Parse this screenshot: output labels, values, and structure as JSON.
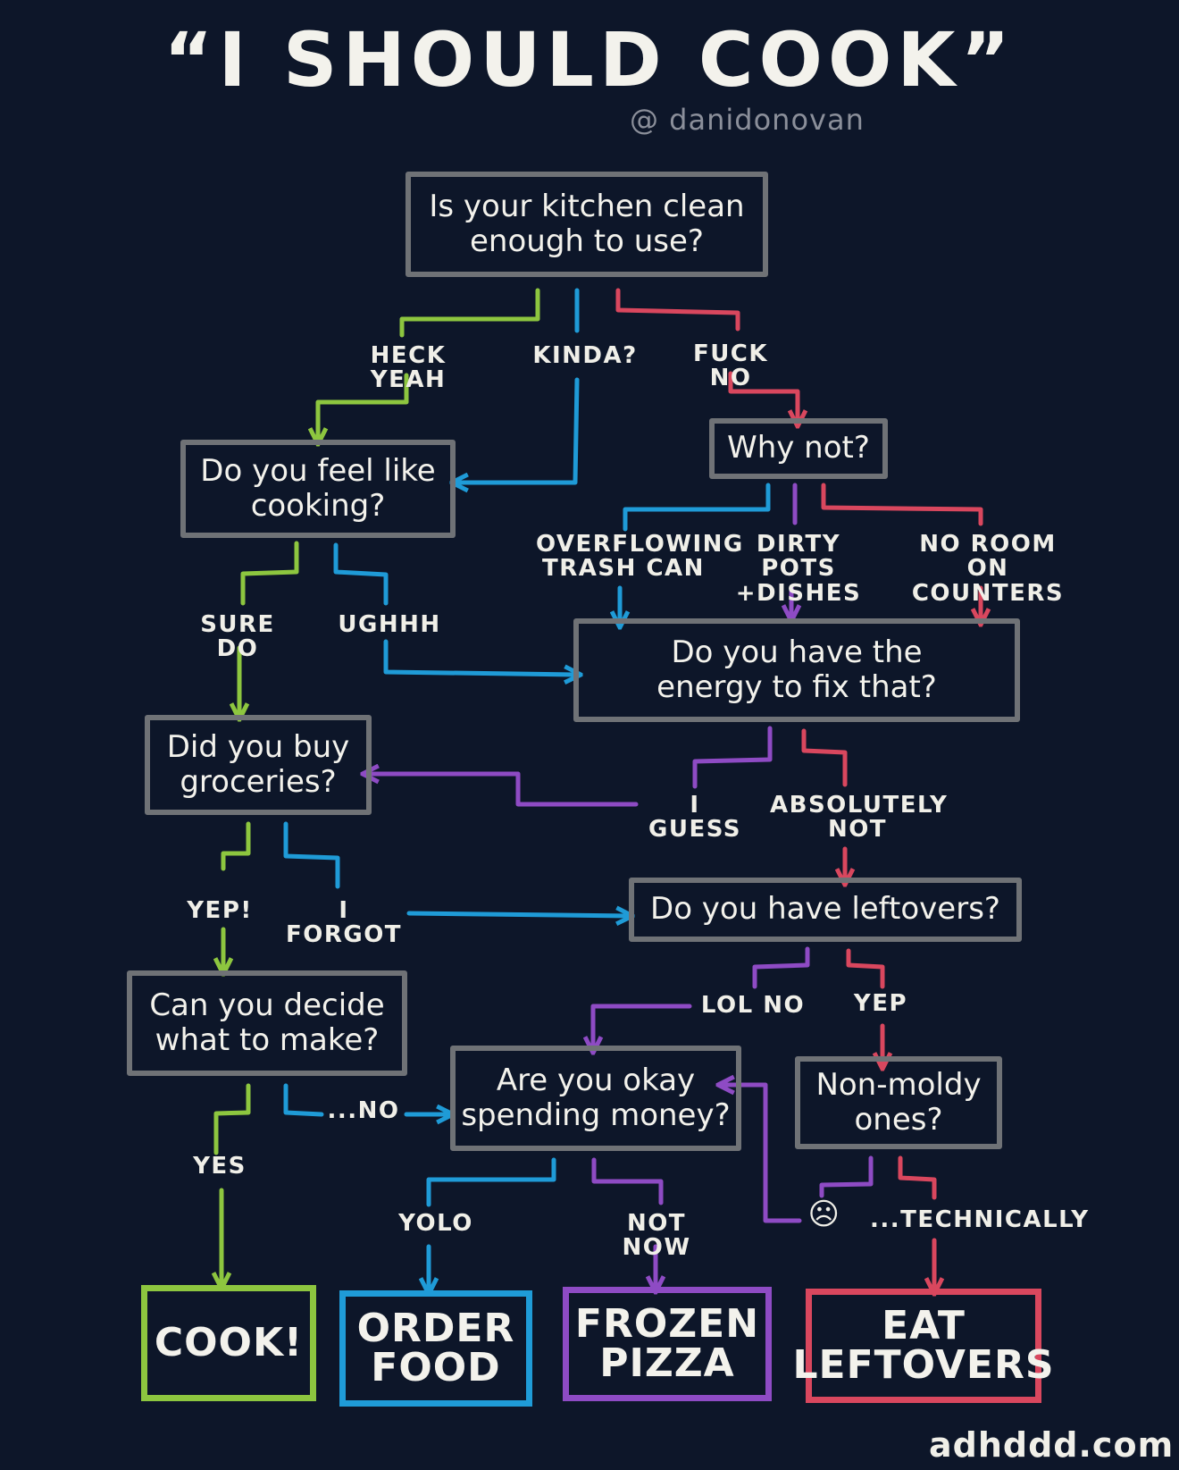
{
  "title": "“I SHOULD COOK”",
  "handle": "@ danidonovan",
  "site": "adhddd.com",
  "colors": {
    "green": "#8dc63f",
    "blue": "#1f9bd7",
    "red": "#d9475e",
    "purple": "#8e4bc4",
    "box_border": "#6f7276",
    "background": "#0d1629"
  },
  "nodes": {
    "kitchen": "Is your kitchen clean\nenough to use?",
    "feel": "Do you feel like\ncooking?",
    "why": "Why not?",
    "energy": "Do you have the\nenergy to fix that?",
    "groceries": "Did you buy\ngroceries?",
    "leftovers": "Do you have leftovers?",
    "decide": "Can you decide\nwhat to make?",
    "spending": "Are you okay\nspending money?",
    "moldy": "Non-moldy\nones?"
  },
  "endings": {
    "cook": "COOK!",
    "order": "ORDER\nFOOD",
    "frozen": "FROZEN\nPIZZA",
    "eat": "EAT\nLEFTOVERS"
  },
  "labels": {
    "heck_yeah": "HECK YEAH",
    "kinda": "KINDA?",
    "fuck_no": "FUCK NO",
    "overflowing": "OVERFLOWING\nTRASH CAN",
    "dirty_pots": "DIRTY POTS\n+DISHES",
    "no_room": "NO ROOM ON\nCOUNTERS",
    "sure_do": "SURE DO",
    "ughhh": "UGHHH",
    "i_guess": "I GUESS",
    "absolutely_not": "ABSOLUTELY\nNOT",
    "yep_excl": "YEP!",
    "i_forgot": "I FORGOT",
    "lol_no": "LOL NO",
    "yep": "YEP",
    "no": "...NO",
    "yes": "YES",
    "yolo": "YOLO",
    "not_now": "NOT NOW",
    "sad_face": "☹",
    "technically": "...TECHNICALLY"
  }
}
